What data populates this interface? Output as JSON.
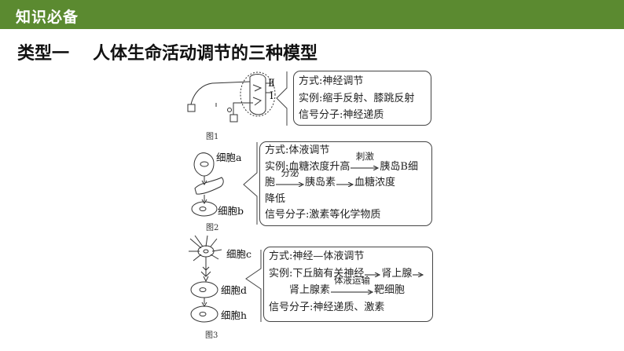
{
  "header": {
    "title": "知识必备",
    "color": "#5b8a30"
  },
  "subtitle": {
    "part1": "类型一",
    "part2": "人体生命活动调节的三种模型"
  },
  "figure1": {
    "label": "图1",
    "roman_top": "Ⅱ",
    "roman_bottom": "Ⅰ",
    "box": {
      "line1": "方式:神经调节",
      "line2": "实例:缩手反射、膝跳反射",
      "line3": "信号分子:神经递质"
    }
  },
  "figure2": {
    "label": "图2",
    "cell_a": "细胞a",
    "cell_b": "细胞b",
    "box": {
      "line1": "方式:体液调节",
      "line2_pre": "实例:血糖浓度升高",
      "line2_arrow": "刺激",
      "line2_post": "胰岛B细",
      "line3_pre": "胞",
      "line3_arrow": "分泌",
      "line3_mid": "胰岛素",
      "line3_post": "血糖浓度",
      "line4": "降低",
      "line5": "信号分子:激素等化学物质"
    }
  },
  "figure3": {
    "label": "图3",
    "cell_c": "细胞c",
    "cell_d": "细胞d",
    "cell_h": "细胞h",
    "box": {
      "line1": "方式:神经—体液调节",
      "line2_pre": "实例:下丘脑有关神经",
      "line2_post": "肾上腺",
      "line3_pre": "肾上腺素",
      "line3_arrow": "体液运输",
      "line3_post": "靶细胞",
      "line4": "信号分子:神经递质、激素"
    }
  }
}
